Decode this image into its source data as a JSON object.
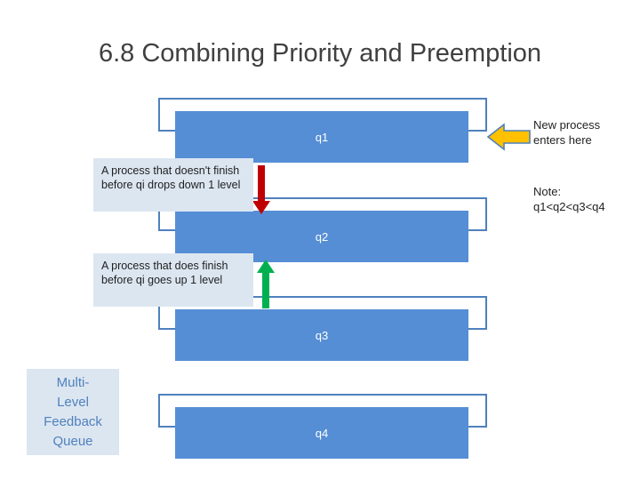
{
  "slide": {
    "title": "6.8 Combining Priority and Preemption",
    "background_color": "#ffffff"
  },
  "colors": {
    "queue_fill": "#558ed5",
    "queue_outline": "#4f81bd",
    "callout_fill": "#dce6f1",
    "down_arrow": "#c00000",
    "up_arrow": "#00b050",
    "left_arrow_fill": "#ffc000",
    "left_arrow_outline": "#4f81bd",
    "title_color": "#404040",
    "mlfq_text": "#4f81bd"
  },
  "queues": [
    {
      "label": "q1"
    },
    {
      "label": "q2"
    },
    {
      "label": "q3"
    },
    {
      "label": "q4"
    }
  ],
  "callouts": [
    {
      "name": "demote-note",
      "text": "A process that doesn't finish before qi drops down 1 level"
    },
    {
      "name": "promote-note",
      "text": "A process that does finish before qi goes up 1 level"
    }
  ],
  "side_texts": [
    {
      "name": "new-process-note",
      "line1": "New process",
      "line2": "enters here"
    },
    {
      "name": "priority-note",
      "line1": "Note:",
      "line2": "q1<q2<q3<q4"
    }
  ],
  "mlfq_box": {
    "line1": "Multi-",
    "line2": "Level",
    "line3": "Feedback",
    "line4": "Queue"
  },
  "icons": {
    "down_arrow": "arrow-down-icon",
    "up_arrow": "arrow-up-icon",
    "left_arrow": "arrow-left-icon"
  }
}
